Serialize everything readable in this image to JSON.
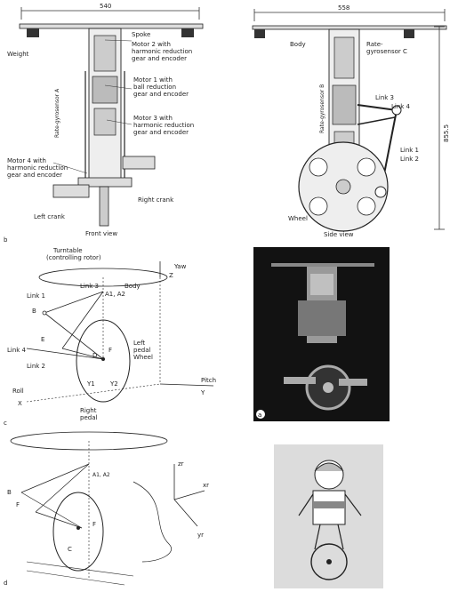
{
  "panel_b": {
    "tag": "b",
    "front": {
      "dimension": "540",
      "caption": "Front view",
      "labels": {
        "weight": "Weight",
        "spoke": "Spoke",
        "motor2": [
          "Motor 2 with",
          "harmonic reduction",
          "gear and encoder"
        ],
        "rate_gyro_a": "Rate-gyrosensor A",
        "motor1": [
          "Motor 1 with",
          "ball reduction",
          "gear and encoder"
        ],
        "motor3": [
          "Motor 3 with",
          "harmonic reduction",
          "gear and encoder"
        ],
        "motor4": [
          "Motor 4 with",
          "harmonic reduction",
          "gear and encoder"
        ],
        "right_crank": "Right crank",
        "left_crank": "Left crank"
      }
    },
    "side": {
      "dimension_top": "558",
      "dimension_right": "855.5",
      "caption": "Side view",
      "labels": {
        "body": "Body",
        "rate_gyro_c": [
          "Rate-",
          "gyrosensor C"
        ],
        "rate_gyro_b": "Rate-gyrosensor B",
        "link3": "Link 3",
        "link4": "Link 4",
        "link1": "Link 1",
        "link2": "Link 2",
        "wheel": "Wheel"
      }
    }
  },
  "panel_c": {
    "tag": "c",
    "labels": {
      "turntable": [
        "Turntable",
        "(controlling rotor)"
      ],
      "yaw": "Yaw",
      "z": "Z",
      "body": "Body",
      "link3": "Link 3",
      "a1a2": "A1, A2",
      "link1": "Link 1",
      "b": "B",
      "e": "E",
      "link4": "Link 4",
      "link2": "Link 2",
      "left_pedal": [
        "Left",
        "pedal"
      ],
      "wheel": "Wheel",
      "f": "F",
      "d": "D",
      "roll": "Roll",
      "x": "X",
      "y1": "Y1",
      "y2": "Y2",
      "pitch": "Pitch",
      "y": "Y",
      "right_pedal": [
        "Right",
        "pedal"
      ]
    }
  },
  "panel_d": {
    "tag": "d",
    "labels": {
      "b": "B",
      "f_left": "F",
      "f_right": "F",
      "a1a2": "A1, A2",
      "c": "C",
      "zr": "zr",
      "xr": "xr",
      "yr": "yr"
    }
  },
  "photo": {
    "tag": "a"
  }
}
